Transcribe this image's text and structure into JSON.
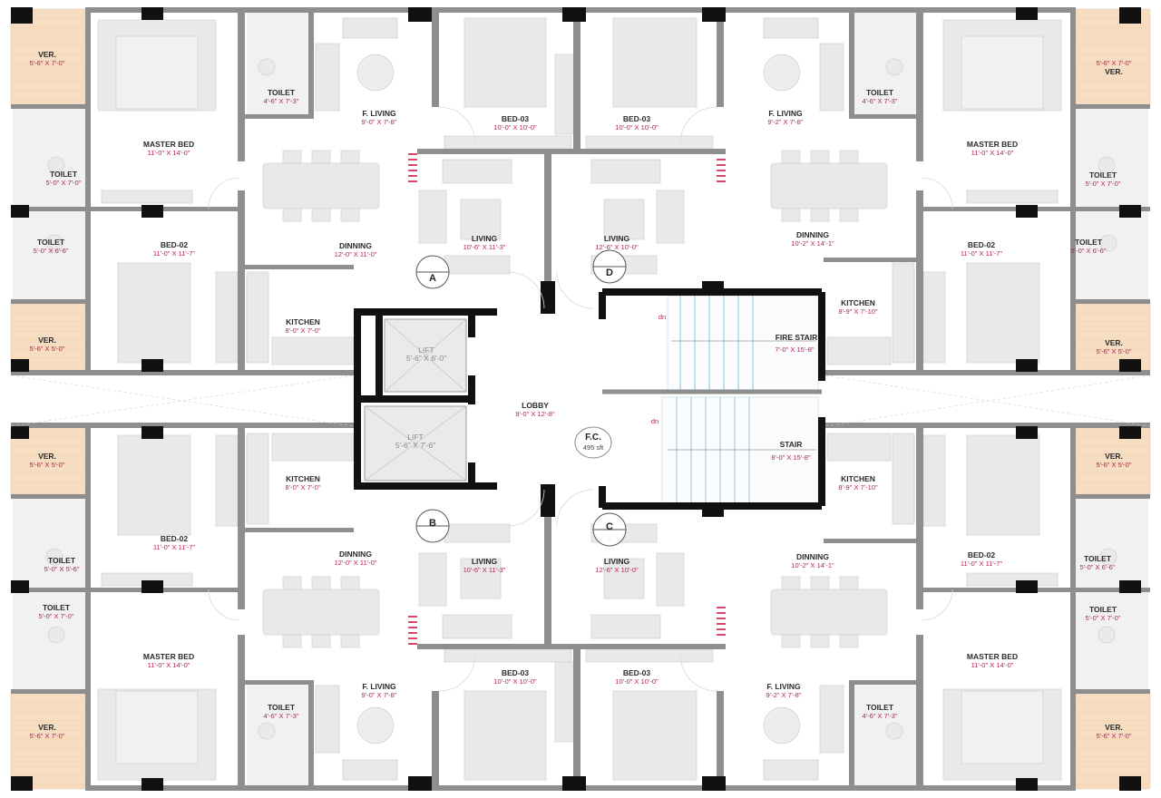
{
  "colors": {
    "wall": "#8e8e8e",
    "wall_dark": "#111111",
    "floor": "#ffffff",
    "furniture": "#e9e9e9",
    "veranda": "#f6dcc0",
    "dimension_text": "#c2185b",
    "window": "#c7d7e6"
  },
  "rooms": {
    "tl": {
      "ver_top": {
        "name": "VER.",
        "dim": "5'-6\" X 7'-0\""
      },
      "master_bed": {
        "name": "MASTER BED",
        "dim": "11'-0\" X 14'-0\""
      },
      "toilet_1": {
        "name": "TOILET",
        "dim": "4'-6\" X 7'-3\""
      },
      "f_living": {
        "name": "F. LIVING",
        "dim": "9'-0\" X 7'-8\""
      },
      "bed_03": {
        "name": "BED-03",
        "dim": "10'-0\" X 10'-0\""
      },
      "toilet_2": {
        "name": "TOILET",
        "dim": "5'-0\" X 7'-0\""
      },
      "living": {
        "name": "LIVING",
        "dim": "10'-6\" X 11'-3\""
      },
      "toilet_3": {
        "name": "TOILET",
        "dim": "5'-0\" X 6'-6\""
      },
      "bed_02": {
        "name": "BED-02",
        "dim": "11'-0\" X 11'-7\""
      },
      "dinning": {
        "name": "DINNING",
        "dim": "12'-0\" X 11'-0\""
      },
      "kitchen": {
        "name": "KITCHEN",
        "dim": "8'-0\" X 7'-0\""
      },
      "ver_bottom": {
        "name": "VER.",
        "dim": "5'-6\" X 5'-0\""
      }
    },
    "tr": {
      "bed_03": {
        "name": "BED-03",
        "dim": "10'-0\" X 10'-0\""
      },
      "f_living": {
        "name": "F. LIVING",
        "dim": "9'-2\" X 7'-8\""
      },
      "toilet_1": {
        "name": "TOILET",
        "dim": "4'-6\" X 7'-3\""
      },
      "master_bed": {
        "name": "MASTER BED",
        "dim": "11'-0\" X 14'-0\""
      },
      "ver_top": {
        "name": "VER.",
        "dim": "5'-6\" X 7'-0\""
      },
      "toilet_2": {
        "name": "TOILET",
        "dim": "5'-0\" X 7'-0\""
      },
      "living": {
        "name": "LIVING",
        "dim": "12'-6\" X 10'-0\""
      },
      "dinning": {
        "name": "DINNING",
        "dim": "10'-2\" X 14'-1\""
      },
      "bed_02": {
        "name": "BED-02",
        "dim": "11'-0\" X 11'-7\""
      },
      "toilet_3": {
        "name": "TOILET",
        "dim": "5'-0\" X 6'-6\""
      },
      "kitchen": {
        "name": "KITCHEN",
        "dim": "8'-9\" X 7'-10\""
      },
      "ver_bottom": {
        "name": "VER.",
        "dim": "5'-6\" X 5'-0\""
      }
    },
    "bl": {
      "ver_top": {
        "name": "VER.",
        "dim": "5'-6\" X 5'-0\""
      },
      "kitchen": {
        "name": "KITCHEN",
        "dim": "8'-0\" X 7'-0\""
      },
      "bed_02": {
        "name": "BED-02",
        "dim": "11'-0\" X 11'-7\""
      },
      "toilet_1": {
        "name": "TOILET",
        "dim": "5'-0\" X 5'-6\""
      },
      "dinning": {
        "name": "DINNING",
        "dim": "12'-0\" X 11'-0\""
      },
      "living": {
        "name": "LIVING",
        "dim": "10'-6\" X 11'-3\""
      },
      "toilet_2": {
        "name": "TOILET",
        "dim": "5'-0\" X 7'-0\""
      },
      "master_bed": {
        "name": "MASTER BED",
        "dim": "11'-0\" X 14'-0\""
      },
      "toilet_3": {
        "name": "TOILET",
        "dim": "4'-6\" X 7'-3\""
      },
      "f_living": {
        "name": "F. LIVING",
        "dim": "9'-0\" X 7'-8\""
      },
      "bed_03": {
        "name": "BED-03",
        "dim": "10'-0\" X 10'-0\""
      },
      "ver_bottom": {
        "name": "VER.",
        "dim": "5'-6\" X 7'-0\""
      }
    },
    "br": {
      "living": {
        "name": "LIVING",
        "dim": "12'-6\" X 10'-0\""
      },
      "kitchen": {
        "name": "KITCHEN",
        "dim": "8'-9\" X 7'-10\""
      },
      "ver_top": {
        "name": "VER.",
        "dim": "5'-6\" X 5'-0\""
      },
      "dinning": {
        "name": "DINNING",
        "dim": "10'-2\" X 14'-1\""
      },
      "bed_02": {
        "name": "BED-02",
        "dim": "11'-0\" X 11'-7\""
      },
      "toilet_1": {
        "name": "TOILET",
        "dim": "5'-0\" X 6'-6\""
      },
      "toilet_2": {
        "name": "TOILET",
        "dim": "5'-0\" X 7'-0\""
      },
      "master_bed": {
        "name": "MASTER BED",
        "dim": "11'-0\" X 14'-0\""
      },
      "bed_03": {
        "name": "BED-03",
        "dim": "10'-0\" X 10'-0\""
      },
      "f_living": {
        "name": "F. LIVING",
        "dim": "9'-2\" X 7'-8\""
      },
      "toilet_3": {
        "name": "TOILET",
        "dim": "4'-6\" X 7'-3\""
      },
      "ver_bottom": {
        "name": "VER.",
        "dim": "5'-6\" X 7'-0\""
      }
    }
  },
  "core": {
    "lift_1": {
      "name": "LIFT",
      "dim": "5'-6\" X 6'-0\""
    },
    "lift_2": {
      "name": "LIFT",
      "dim": "5'-6\" X 7'-6\""
    },
    "lobby": {
      "name": "LOBBY",
      "dim": "9'-0\" X 12'-8\""
    },
    "fire_stair": {
      "name": "FIRE STAIR",
      "dim": "7'-0\" X 15'-8\""
    },
    "stair": {
      "name": "STAIR",
      "dim": "8'-0\" X 15'-8\""
    },
    "fc": {
      "name": "F.C.",
      "area": "495 sft"
    }
  },
  "unit_markers": [
    "A",
    "D",
    "B",
    "C"
  ],
  "stair_marks": [
    "dn",
    "dn"
  ]
}
